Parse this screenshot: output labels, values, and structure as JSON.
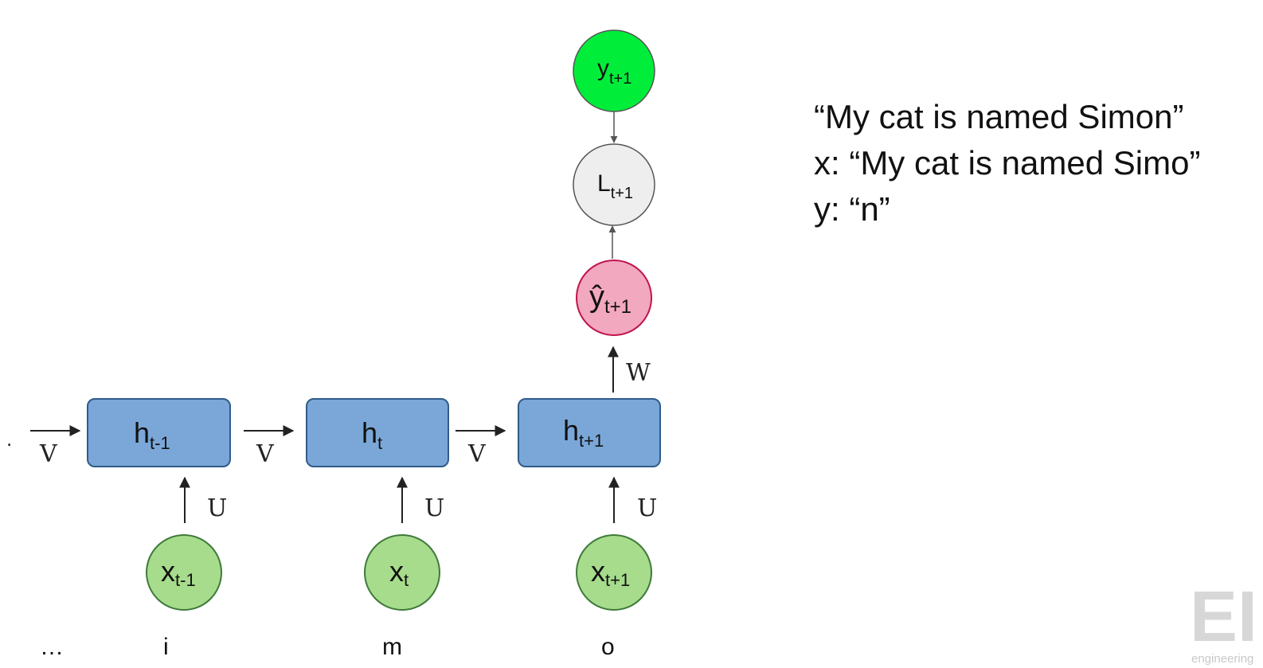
{
  "diagram": {
    "leading_dot": ".",
    "hidden_states": [
      {
        "base": "h",
        "sub": "t-1"
      },
      {
        "base": "h",
        "sub": "t"
      },
      {
        "base": "h",
        "sub": "t+1"
      }
    ],
    "inputs": [
      {
        "base": "x",
        "sub": "t-1"
      },
      {
        "base": "x",
        "sub": "t"
      },
      {
        "base": "x",
        "sub": "t+1"
      }
    ],
    "weight_labels": {
      "recurrent": "V",
      "input": "U",
      "output": "W"
    },
    "prediction": {
      "base": "ŷ",
      "sub": "t+1"
    },
    "loss": {
      "base": "L",
      "sub": "t+1"
    },
    "target": {
      "base": "y",
      "sub": "t+1"
    },
    "characters": [
      "…",
      "i",
      "m",
      "o"
    ],
    "colors": {
      "hidden_fill": "#7aa7d8",
      "hidden_stroke": "#2f5c8a",
      "input_fill": "#a6dc8c",
      "input_stroke": "#3f7a3a",
      "prediction_fill": "#f2a8be",
      "prediction_stroke": "#c0144e",
      "loss_fill": "#eeeeee",
      "target_fill": "#00ee3a",
      "watermark": "#d7d7d7"
    }
  },
  "example": {
    "sentence": "“My cat is named Simon”",
    "x_line": "x: “My cat is named Simo”",
    "y_line": "y: “n”"
  },
  "watermark": {
    "logo": "EI",
    "text": "engineering"
  }
}
